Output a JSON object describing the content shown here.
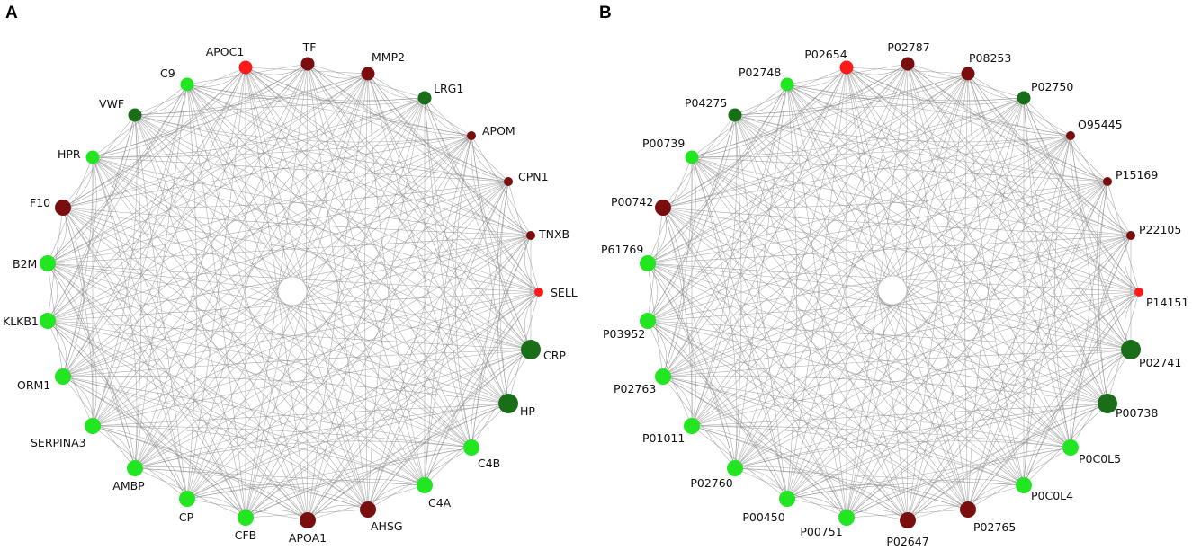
{
  "colors": {
    "bright_green": "#22e622",
    "dark_green": "#1a6e1a",
    "dark_red": "#7a0d0d",
    "bright_red": "#ff1a1a",
    "edge": "#8c8c8c"
  },
  "panels": [
    {
      "letter": "A",
      "nodes": [
        {
          "label": "APOC1",
          "color": "bright_red",
          "size": "medium"
        },
        {
          "label": "TF",
          "color": "dark_red",
          "size": "medium"
        },
        {
          "label": "MMP2",
          "color": "dark_red",
          "size": "medium"
        },
        {
          "label": "LRG1",
          "color": "dark_green",
          "size": "medium"
        },
        {
          "label": "APOM",
          "color": "dark_red",
          "size": "small"
        },
        {
          "label": "CPN1",
          "color": "dark_red",
          "size": "small"
        },
        {
          "label": "TNXB",
          "color": "dark_red",
          "size": "small"
        },
        {
          "label": "SELL",
          "color": "bright_red",
          "size": "small"
        },
        {
          "label": "CRP",
          "color": "dark_green",
          "size": "large"
        },
        {
          "label": "HP",
          "color": "dark_green",
          "size": "large"
        },
        {
          "label": "C4B",
          "color": "bright_green",
          "size": "medium-large"
        },
        {
          "label": "C4A",
          "color": "bright_green",
          "size": "medium-large"
        },
        {
          "label": "AHSG",
          "color": "dark_red",
          "size": "medium-large"
        },
        {
          "label": "APOA1",
          "color": "dark_red",
          "size": "medium-large"
        },
        {
          "label": "CFB",
          "color": "bright_green",
          "size": "medium-large"
        },
        {
          "label": "CP",
          "color": "bright_green",
          "size": "medium-large"
        },
        {
          "label": "AMBP",
          "color": "bright_green",
          "size": "medium-large"
        },
        {
          "label": "SERPINA3",
          "color": "bright_green",
          "size": "medium-large"
        },
        {
          "label": "ORM1",
          "color": "bright_green",
          "size": "medium-large"
        },
        {
          "label": "KLKB1",
          "color": "bright_green",
          "size": "medium-large"
        },
        {
          "label": "B2M",
          "color": "bright_green",
          "size": "medium-large"
        },
        {
          "label": "F10",
          "color": "dark_red",
          "size": "medium-large"
        },
        {
          "label": "HPR",
          "color": "bright_green",
          "size": "medium"
        },
        {
          "label": "VWF",
          "color": "dark_green",
          "size": "medium"
        },
        {
          "label": "C9",
          "color": "bright_green",
          "size": "medium"
        }
      ]
    },
    {
      "letter": "B",
      "nodes": [
        {
          "label": "P02654",
          "color": "bright_red",
          "size": "medium"
        },
        {
          "label": "P02787",
          "color": "dark_red",
          "size": "medium"
        },
        {
          "label": "P08253",
          "color": "dark_red",
          "size": "medium"
        },
        {
          "label": "P02750",
          "color": "dark_green",
          "size": "medium"
        },
        {
          "label": "O95445",
          "color": "dark_red",
          "size": "small"
        },
        {
          "label": "P15169",
          "color": "dark_red",
          "size": "small"
        },
        {
          "label": "P22105",
          "color": "dark_red",
          "size": "small"
        },
        {
          "label": "P14151",
          "color": "bright_red",
          "size": "small"
        },
        {
          "label": "P02741",
          "color": "dark_green",
          "size": "large"
        },
        {
          "label": "P00738",
          "color": "dark_green",
          "size": "large"
        },
        {
          "label": "P0C0L5",
          "color": "bright_green",
          "size": "medium-large"
        },
        {
          "label": "P0C0L4",
          "color": "bright_green",
          "size": "medium-large"
        },
        {
          "label": "P02765",
          "color": "dark_red",
          "size": "medium-large"
        },
        {
          "label": "P02647",
          "color": "dark_red",
          "size": "medium-large"
        },
        {
          "label": "P00751",
          "color": "bright_green",
          "size": "medium-large"
        },
        {
          "label": "P00450",
          "color": "bright_green",
          "size": "medium-large"
        },
        {
          "label": "P02760",
          "color": "bright_green",
          "size": "medium-large"
        },
        {
          "label": "P01011",
          "color": "bright_green",
          "size": "medium-large"
        },
        {
          "label": "P02763",
          "color": "bright_green",
          "size": "medium-large"
        },
        {
          "label": "P03952",
          "color": "bright_green",
          "size": "medium-large"
        },
        {
          "label": "P61769",
          "color": "bright_green",
          "size": "medium-large"
        },
        {
          "label": "P00742",
          "color": "dark_red",
          "size": "medium-large"
        },
        {
          "label": "P00739",
          "color": "bright_green",
          "size": "medium"
        },
        {
          "label": "P04275",
          "color": "dark_green",
          "size": "medium"
        },
        {
          "label": "P02748",
          "color": "bright_green",
          "size": "medium"
        }
      ]
    }
  ]
}
